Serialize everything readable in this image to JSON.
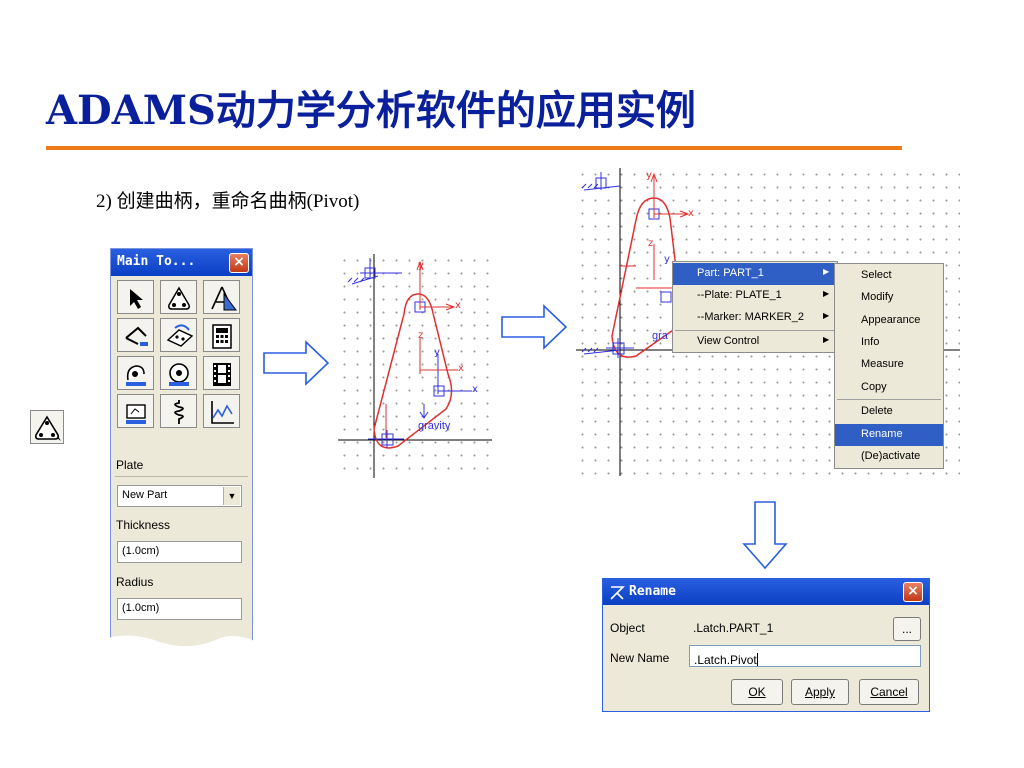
{
  "slide": {
    "title": "ADAMS动力学分析软件的应用实例",
    "subtitle": "2) 创建曲柄，重命名曲柄(Pivot)"
  },
  "colors": {
    "title": "#0a1f9c",
    "rule": "#f07a1a",
    "titlebar": "#0a3fc4",
    "selection": "#2f5fc4",
    "sketch": "#e03030",
    "axis_blue": "#3030e0"
  },
  "toolbox": {
    "title": "Main To...",
    "close": "×",
    "icons": [
      "select-arrow-icon",
      "plate-icon",
      "geometry-tools-icon",
      "connector-icon",
      "motion-icon",
      "calculator-icon",
      "force-icon",
      "measure-icon",
      "animation-icon",
      "view-icon",
      "spring-icon",
      "plot-icon"
    ],
    "plate_label": "Plate",
    "part_select_value": "New Part",
    "thickness_label": "Thickness",
    "thickness_value": "(1.0cm)",
    "radius_label": "Radius",
    "radius_value": "(1.0cm)"
  },
  "solo_icon": "plate-icon",
  "canvas1": {
    "gravity_label": "gravity",
    "x_label": "x",
    "y_label": "y",
    "z_label": "z"
  },
  "canvas2": {
    "gravity_label": "gra",
    "x_label": "x",
    "y_label": "y",
    "z_label": "z"
  },
  "context_menu": {
    "items": [
      {
        "label": "Part: PART_1",
        "selected": true
      },
      {
        "label": "--Plate: PLATE_1",
        "selected": false
      },
      {
        "label": "--Marker: MARKER_2",
        "selected": false
      },
      {
        "label": "View Control",
        "selected": false
      }
    ]
  },
  "submenu": {
    "items": [
      {
        "label": "Select",
        "selected": false
      },
      {
        "label": "Modify",
        "selected": false
      },
      {
        "label": "Appearance",
        "selected": false
      },
      {
        "label": "Info",
        "selected": false
      },
      {
        "label": "Measure",
        "selected": false
      },
      {
        "label": "Copy",
        "selected": false
      },
      {
        "label": "Delete",
        "selected": false
      },
      {
        "label": "Rename",
        "selected": true
      },
      {
        "label": "(De)activate",
        "selected": false
      }
    ]
  },
  "rename_dialog": {
    "title": "Rename",
    "close": "×",
    "object_label": "Object",
    "object_value": ".Latch.PART_1",
    "browse_label": "...",
    "new_name_label": "New Name",
    "new_name_value": ".Latch.Pivot",
    "ok_label": "OK",
    "apply_label": "Apply",
    "cancel_label": "Cancel"
  }
}
